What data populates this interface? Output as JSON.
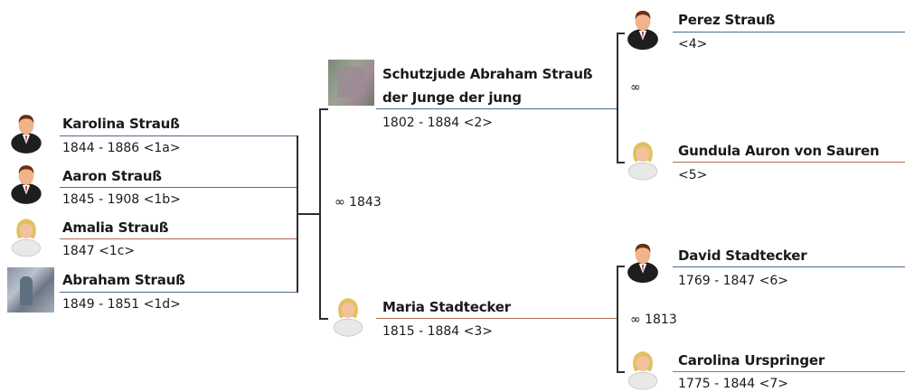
{
  "children": [
    {
      "name": "Karolina Strauß",
      "dates": "1844 - 1886 <1a>",
      "sex": "male-icon"
    },
    {
      "name": "Aaron Strauß",
      "dates": "1845 - 1908 <1b>",
      "sex": "male-icon"
    },
    {
      "name": "Amalia Strauß",
      "dates": "1847 <1c>",
      "sex": "female-icon"
    },
    {
      "name": "Abraham Strauß",
      "dates": "1849 - 1851 <1d>",
      "sex": "photo"
    }
  ],
  "parents": {
    "father": {
      "name_line1": "Schutzjude Abraham Strauß",
      "name_line2": "der Junge der jung",
      "dates": "1802 - 1884 <2>"
    },
    "mother": {
      "name": "Maria Stadtecker",
      "dates": "1815 - 1884 <3>"
    },
    "marriage": "∞ 1843"
  },
  "paternal": {
    "father": {
      "name": "Perez Strauß",
      "dates": "<4>"
    },
    "mother": {
      "name": "Gundula Auron von Sauren",
      "dates": "<5>"
    },
    "marriage": "∞"
  },
  "maternal": {
    "father": {
      "name": "David Stadtecker",
      "dates": "1769 - 1847 <6>"
    },
    "mother": {
      "name": "Carolina Urspringer",
      "dates": "1775 - 1844 <7>"
    },
    "marriage": "∞ 1813"
  },
  "colors": {
    "male_line": "#4a6c8c",
    "female_line": "#b06b55",
    "connector": "#2e2e2e"
  }
}
